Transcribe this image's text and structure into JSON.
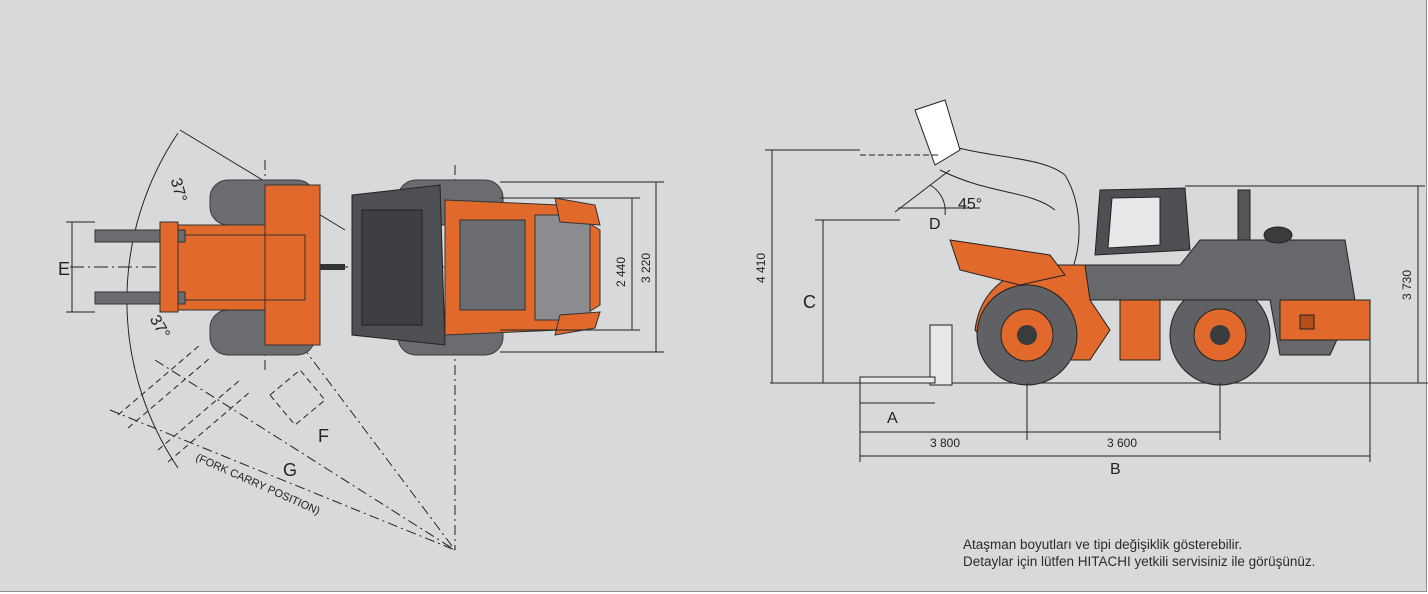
{
  "colors": {
    "background": "#d7d9db",
    "machine_orange": "#e0692b",
    "machine_dark": "#4d4f52",
    "tire": "#6a6c6f",
    "line": "#222222"
  },
  "top_view": {
    "label_e": "E",
    "label_f": "F",
    "label_g": "G",
    "angle_top": "37°",
    "angle_bottom": "37°",
    "dim_inner": "2 440",
    "dim_outer": "3 220",
    "fork_carry_label": "(FORK CARRY POSITION)"
  },
  "side_view": {
    "label_a": "A",
    "label_b": "B",
    "label_c": "C",
    "label_d": "D",
    "angle": "45°",
    "dim_height_total": "4 410",
    "dim_cab_height": "3 730",
    "dim_front": "3 800",
    "dim_wheelbase": "3 600"
  },
  "note": {
    "line1": "Ataşman boyutları ve tipi değişiklik gösterebilir.",
    "line2": "Detaylar için lütfen HITACHI yetkili servisiniz ile görüşünüz."
  }
}
